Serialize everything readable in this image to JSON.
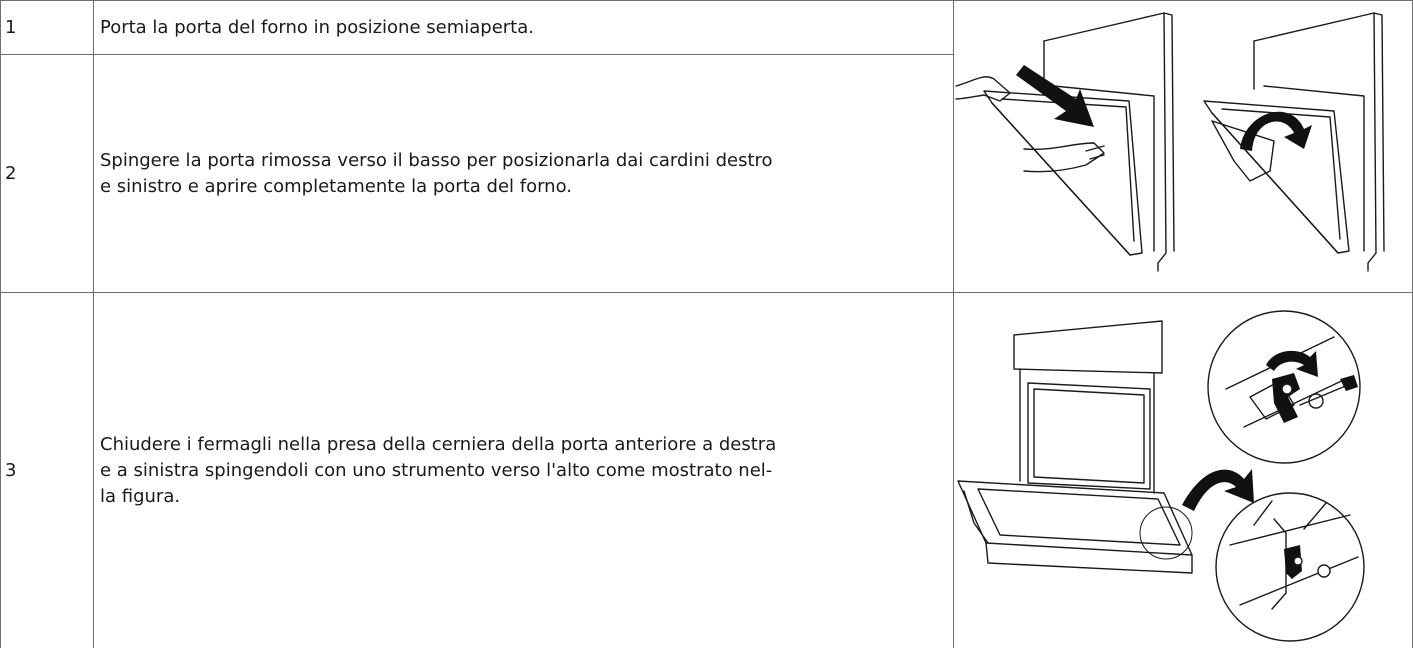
{
  "steps": [
    {
      "number": "1",
      "text": "Porta la porta del forno in posizione semiaperta."
    },
    {
      "number": "2",
      "text_lines": [
        "Spingere la porta rimossa verso il basso per posizionarla dai cardini destro",
        "e sinistro e aprire completamente la porta del forno."
      ]
    },
    {
      "number": "3",
      "text_lines": [
        "Chiudere i fermagli nella presa della cerniera della porta anteriore a destra",
        "e a sinistra spingendoli con uno strumento verso l'alto come mostrato nel-",
        "la figura."
      ]
    }
  ]
}
